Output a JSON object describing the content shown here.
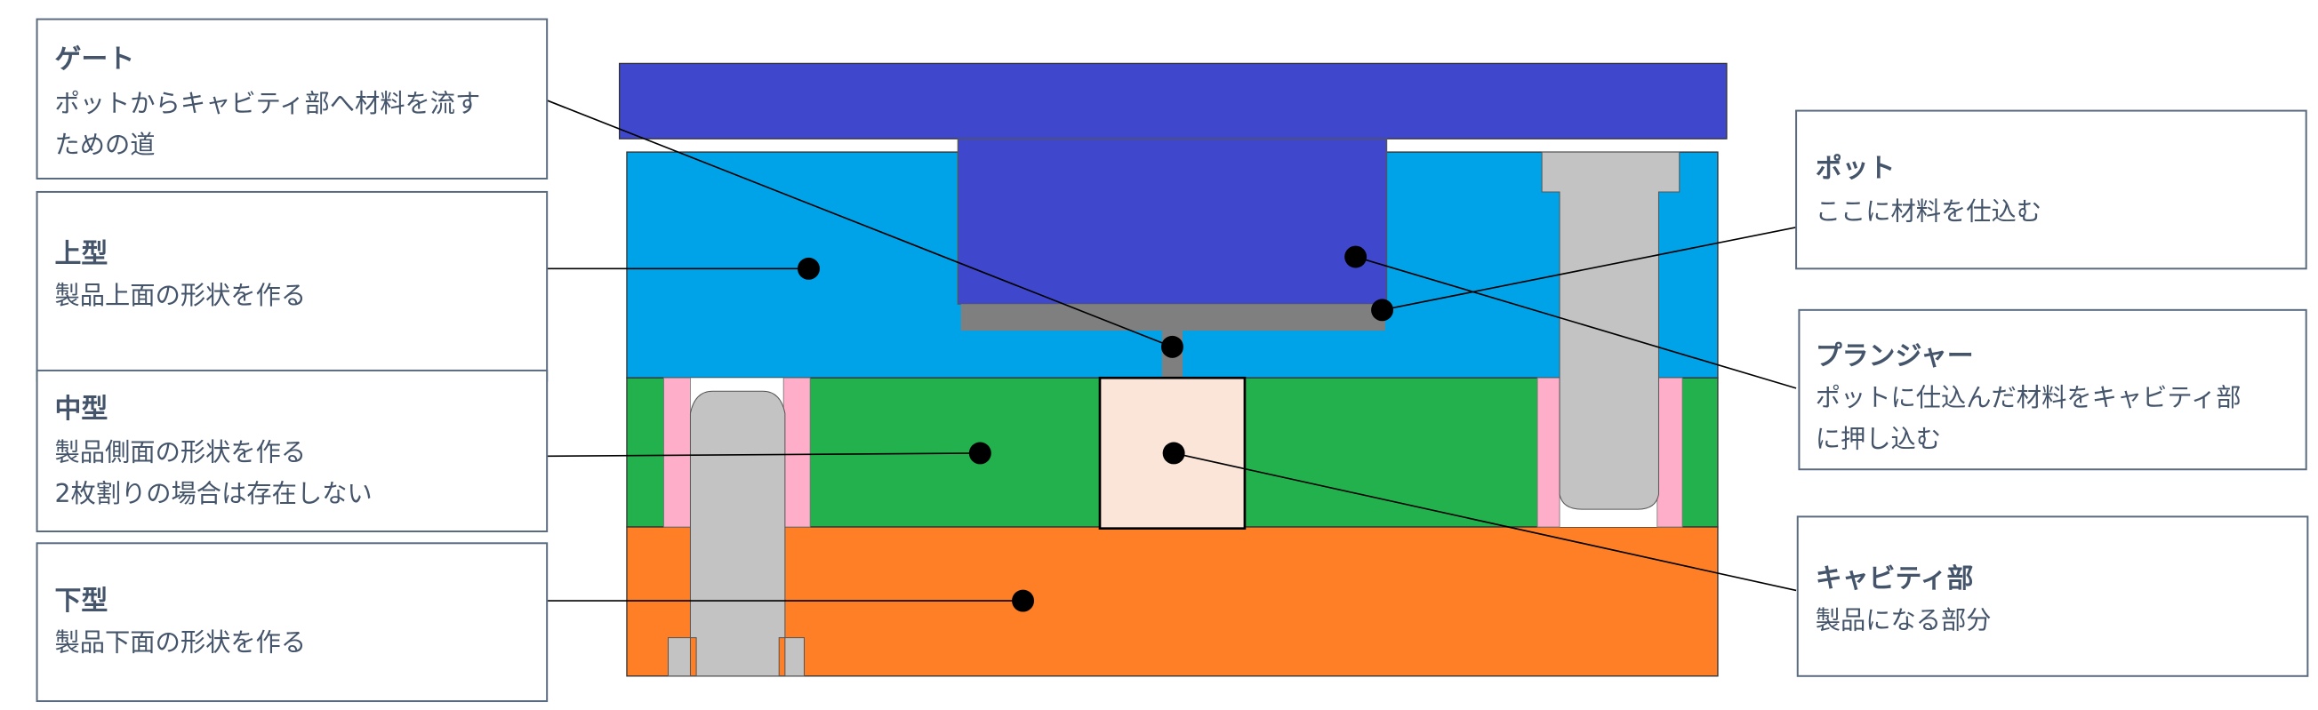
{
  "labels": {
    "gate": {
      "title": "ゲート",
      "lines": [
        "ポットからキャビティ部へ材料を流す",
        "ための道"
      ]
    },
    "upper_mold": {
      "title": "上型",
      "lines": [
        "製品上面の形状を作る"
      ]
    },
    "middle_mold": {
      "title": "中型",
      "lines": [
        "製品側面の形状を作る",
        "2枚割りの場合は存在しない"
      ]
    },
    "lower_mold": {
      "title": "下型",
      "lines": [
        "製品下面の形状を作る"
      ]
    },
    "pot": {
      "title": "ポット",
      "lines": [
        "ここに材料を仕込む"
      ]
    },
    "plunger": {
      "title": "プランジャー",
      "lines": [
        "ポットに仕込んだ材料をキャビティ部",
        "に押し込む"
      ]
    },
    "cavity": {
      "title": "キャビティ部",
      "lines": [
        "製品になる部分"
      ]
    }
  },
  "colors": {
    "top_plate": "#3F48CC",
    "upper_mold": "#00A2E8",
    "middle_mold": "#22B14C",
    "lower_mold": "#FF7F27",
    "cavity": "#FAE5D8",
    "pot": "#7F7F7F",
    "pin": "#C3C3C3",
    "sleeve": "#FFAEC9",
    "text": "#44546A"
  }
}
